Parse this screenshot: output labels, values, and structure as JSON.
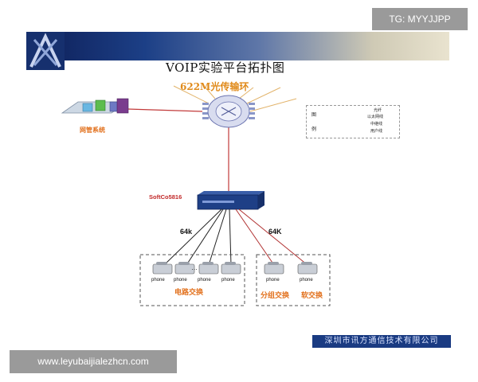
{
  "title": "VOIP实验平台拓扑图",
  "ring_label": "622M光传输环",
  "nms_label": "网管系统",
  "softswitch_label": "SoftCo5816",
  "link_rate_left": "64k",
  "link_rate_right": "64K",
  "phones": [
    "phone",
    "phone",
    "phone",
    "phone",
    "phone",
    "phone"
  ],
  "ellipsis": "…",
  "circuit_switch_label": "电路交换",
  "packet_switch_label": "分组交换",
  "soft_switch_label": "软交换",
  "legend": {
    "key_top": "图",
    "key_bottom": "例",
    "items": [
      "光纤",
      "以太网线",
      "中继线",
      "用户线"
    ],
    "colors": [
      "#f2c21b",
      "#c8952a",
      "#333333",
      "#b03030"
    ]
  },
  "footer": "深圳市讯方通信技术有限公司",
  "overlay_tag": "TG: MYYJJPP",
  "overlay_url": "www.leyubaijialezhcn.com"
}
